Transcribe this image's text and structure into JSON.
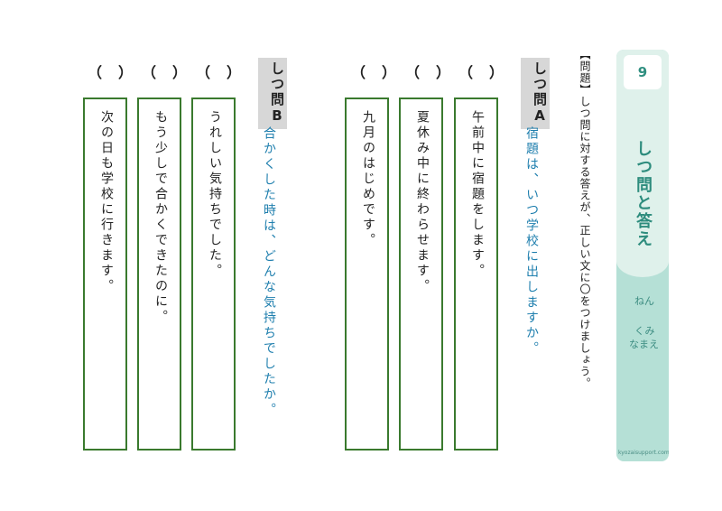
{
  "sidebar": {
    "number": "9",
    "title": "しつ問と答え",
    "year_label": "ねん",
    "class_label": "くみ",
    "name_label": "なまえ",
    "site": "kyozaisupport.com"
  },
  "instruction": "【問題】しつ問に対する答えが、正しい文に〇をつけましょう。",
  "section_a": {
    "header": "しつ問A",
    "question": "宿題は、いつ学校に出しますか。",
    "options": [
      {
        "paren": "（　）",
        "answer": "午前中に宿題をします。"
      },
      {
        "paren": "（　）",
        "answer": "夏休み中に終わらせます。"
      },
      {
        "paren": "（　）",
        "answer": "九月のはじめです。"
      }
    ]
  },
  "section_b": {
    "header": "しつ問B",
    "question": "合かくした時は、どんな気持ちでしたか。",
    "options": [
      {
        "paren": "（　）",
        "answer": "うれしい気持ちでした。"
      },
      {
        "paren": "（　）",
        "answer": "もう少しで合かくできたのに。"
      },
      {
        "paren": "（　）",
        "answer": "次の日も学校に行きます。"
      }
    ]
  }
}
